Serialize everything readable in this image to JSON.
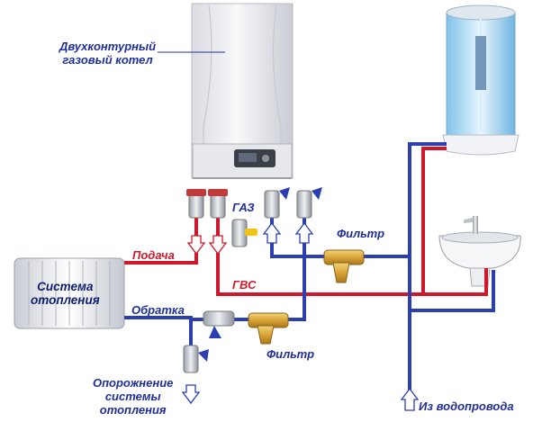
{
  "labels": {
    "boiler": [
      "Двухконтурный",
      "газовый котел"
    ],
    "gas": "ГАЗ",
    "supply": "Подача",
    "dhw": "ГВС",
    "return": "Обратка",
    "filter_top": "Фильтр",
    "filter_bottom": "Фильтр",
    "radiator": [
      "Система",
      "отопления"
    ],
    "drain": [
      "Опорожнение",
      "системы",
      "отопления"
    ],
    "water_supply": "Из водопровода"
  },
  "colors": {
    "hot_pipe": "#d0182c",
    "cold_pipe": "#2b3fb0",
    "label_blue": "#1f2f9a",
    "label_red": "#d0182c"
  },
  "icons": [
    "boiler",
    "radiator",
    "shower-cabin",
    "sink",
    "valve",
    "strainer-filter",
    "flow-arrow"
  ]
}
